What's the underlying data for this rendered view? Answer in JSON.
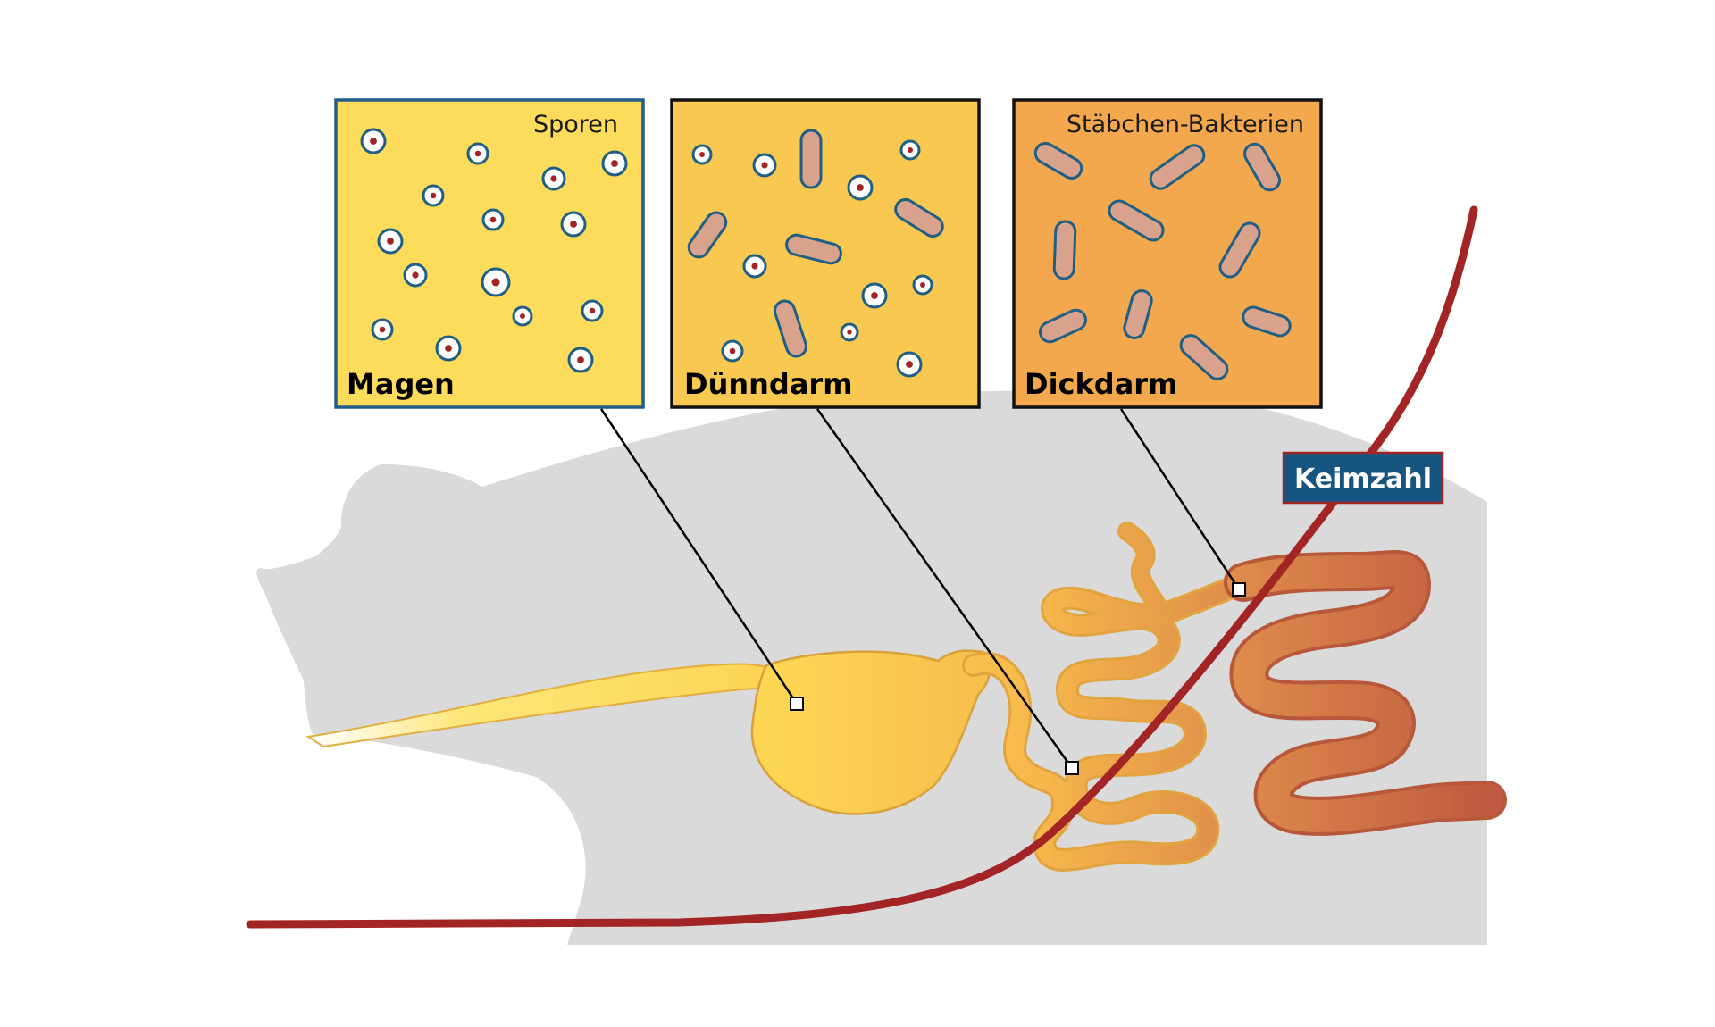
{
  "panels": {
    "stomach": {
      "title": "Magen",
      "label": "Sporen"
    },
    "small_intestine": {
      "title": "Dünndarm",
      "label": ""
    },
    "large_intestine": {
      "title": "Dickdarm",
      "label": "Stäbchen-Bakterien"
    }
  },
  "curve_badge": {
    "label": "Keimzahl"
  },
  "colors": {
    "stomach_panel": "#fcdc5a",
    "small_intestine_panel": "#f9c850",
    "large_intestine_panel": "#f4a84e",
    "curve": "#a32424",
    "badge": "#16557f",
    "pig_silhouette": "#dadada",
    "spore_ring": "#1f5f86",
    "spore_dot": "#a32424",
    "rod_fill": "#d9a28c",
    "rod_stroke": "#1f5f86"
  },
  "icons": {
    "spore": "spore-icon",
    "rod_bacterium": "rod-bacterium-icon"
  }
}
